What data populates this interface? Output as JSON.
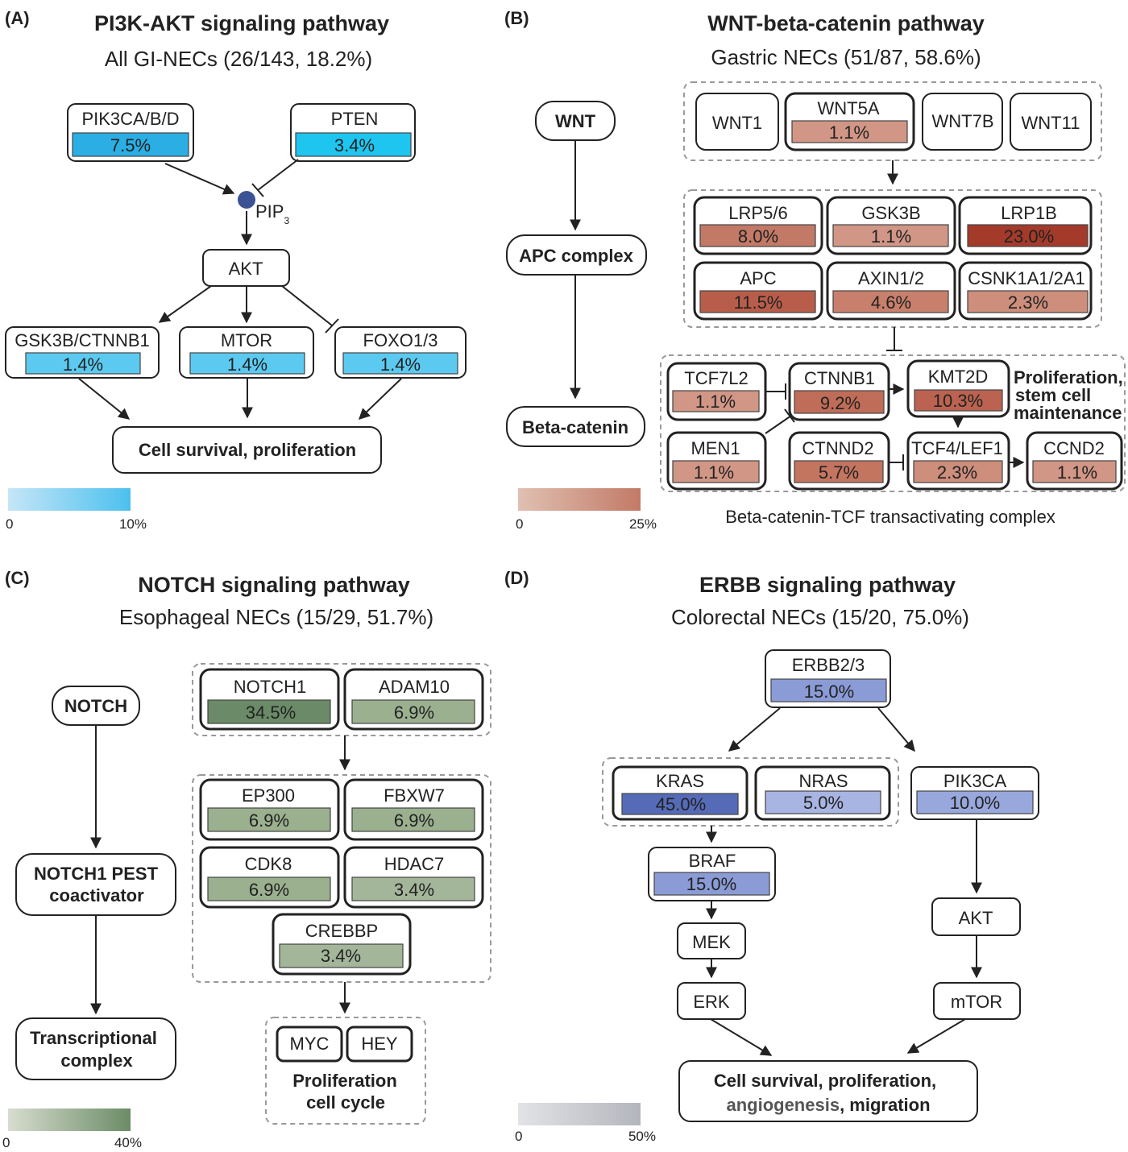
{
  "panels": {
    "a": {
      "label": "(A)",
      "title": "PI3K-AKT signaling pathway",
      "subtitle": "All GI-NECs (26/143, 18.2%)",
      "genes": {
        "pik3ca": {
          "name": "PIK3CA/B/D",
          "pct": "7.5%"
        },
        "pten": {
          "name": "PTEN",
          "pct": "3.4%"
        },
        "gsk3b": {
          "name": "GSK3B/CTNNB1",
          "pct": "1.4%"
        },
        "mtor": {
          "name": "MTOR",
          "pct": "1.4%"
        },
        "foxo": {
          "name": "FOXO1/3",
          "pct": "1.4%"
        }
      },
      "pip": "PIP",
      "pip_sub": "3",
      "akt": "AKT",
      "outcome": "Cell survival, proliferation",
      "legend": {
        "min": "0",
        "max": "10%",
        "from": "#c5e6f7",
        "to": "#4cc0ee"
      }
    },
    "b": {
      "label": "(B)",
      "title": "WNT-beta-catenin pathway",
      "subtitle": "Gastric NECs (51/87, 58.6%)",
      "chain": [
        "WNT",
        "APC complex",
        "Beta-catenin"
      ],
      "plain": {
        "wnt1": "WNT1",
        "wnt7b": "WNT7B",
        "wnt11": "WNT11"
      },
      "genes": {
        "wnt5a": {
          "name": "WNT5A",
          "pct": "1.1%"
        },
        "lrp56": {
          "name": "LRP5/6",
          "pct": "8.0%"
        },
        "gsk3b": {
          "name": "GSK3B",
          "pct": "1.1%"
        },
        "lrp1b": {
          "name": "LRP1B",
          "pct": "23.0%"
        },
        "apc": {
          "name": "APC",
          "pct": "11.5%"
        },
        "axin": {
          "name": "AXIN1/2",
          "pct": "4.6%"
        },
        "csnk": {
          "name": "CSNK1A1/2A1",
          "pct": "2.3%"
        },
        "tcf7l2": {
          "name": "TCF7L2",
          "pct": "1.1%"
        },
        "ctnnb1": {
          "name": "CTNNB1",
          "pct": "9.2%"
        },
        "kmt2d": {
          "name": "KMT2D",
          "pct": "10.3%"
        },
        "men1": {
          "name": "MEN1",
          "pct": "1.1%"
        },
        "ctnnd2": {
          "name": "CTNND2",
          "pct": "5.7%"
        },
        "tcf4": {
          "name": "TCF4/LEF1",
          "pct": "2.3%"
        },
        "ccnd2": {
          "name": "CCND2",
          "pct": "1.1%"
        }
      },
      "note": [
        "Proliferation,",
        "stem cell",
        "maintenance"
      ],
      "complex_label": "Beta-catenin-TCF transactivating complex",
      "legend": {
        "min": "0",
        "max": "25%",
        "from": "#e0c0b2",
        "to": "#c27a66"
      }
    },
    "c": {
      "label": "(C)",
      "title": "NOTCH signaling pathway",
      "subtitle": "Esophageal NECs (15/29, 51.7%)",
      "chain": {
        "notch": "NOTCH",
        "pest1": "NOTCH1 PEST",
        "pest2": "coactivator",
        "tc1": "Transcriptional",
        "tc2": "complex"
      },
      "genes": {
        "notch1": {
          "name": "NOTCH1",
          "pct": "34.5%"
        },
        "adam10": {
          "name": "ADAM10",
          "pct": "6.9%"
        },
        "ep300": {
          "name": "EP300",
          "pct": "6.9%"
        },
        "fbxw7": {
          "name": "FBXW7",
          "pct": "6.9%"
        },
        "cdk8": {
          "name": "CDK8",
          "pct": "6.9%"
        },
        "hdac7": {
          "name": "HDAC7",
          "pct": "3.4%"
        },
        "crebbp": {
          "name": "CREBBP",
          "pct": "3.4%"
        }
      },
      "targets": {
        "myc": "MYC",
        "hey": "HEY"
      },
      "outcome": [
        "Proliferation",
        "cell cycle"
      ],
      "legend": {
        "min": "0",
        "max": "40%",
        "from": "#d7ddd0",
        "to": "#6b8c66"
      }
    },
    "d": {
      "label": "(D)",
      "title": "ERBB signaling pathway",
      "subtitle": "Colorectal NECs (15/20, 75.0%)",
      "genes": {
        "erbb": {
          "name": "ERBB2/3",
          "pct": "15.0%"
        },
        "kras": {
          "name": "KRAS",
          "pct": "45.0%"
        },
        "nras": {
          "name": "NRAS",
          "pct": "5.0%"
        },
        "pik3ca": {
          "name": "PIK3CA",
          "pct": "10.0%"
        },
        "braf": {
          "name": "BRAF",
          "pct": "15.0%"
        }
      },
      "nodes": {
        "mek": "MEK",
        "erk": "ERK",
        "akt": "AKT",
        "mtor": "mTOR"
      },
      "outcome": {
        "l1": "Cell survival, proliferation,",
        "l2a": "angiogenesis",
        "l2b": ", migration"
      },
      "legend": {
        "min": "0",
        "max": "50%",
        "from": "#e2e3e6",
        "to": "#b4b6bd"
      }
    }
  },
  "colors": {
    "blue_light": "#5ccaf0",
    "blue_mid": "#2ec4ef",
    "blue_dark": "#2aaee4",
    "pip_dot": "#3b5294",
    "wnt_low": "#d19686",
    "wnt_mid": "#c57a67",
    "wnt_high": "#b95d4b",
    "wnt_max": "#a33a2a",
    "notch_high": "#6b8a67",
    "notch_low": "#9bb08f",
    "erbb_high": "#566bb8",
    "erbb_mid": "#8a9bd6",
    "erbb_low": "#a8b4e2"
  }
}
